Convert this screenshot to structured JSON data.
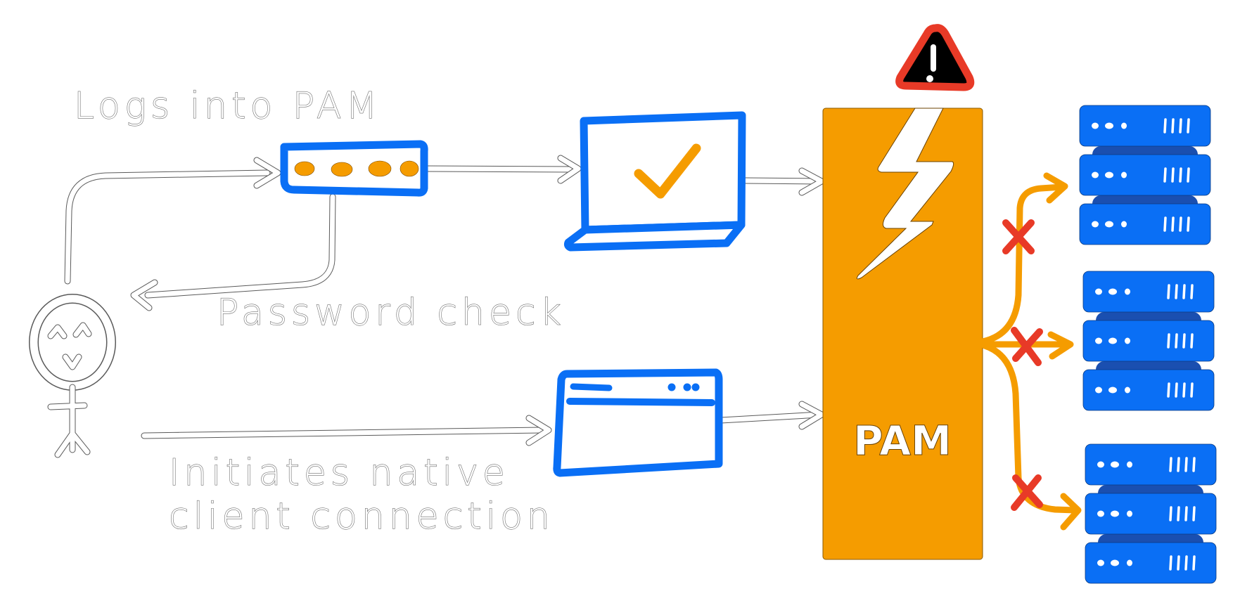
{
  "labels": {
    "logs_into_pam": "Logs into PAM",
    "password_check": "Password check",
    "initiates_line1": "Initiates native",
    "initiates_line2": "client connection",
    "pam": "PAM"
  },
  "nodes": {
    "user": "stick-figure-user",
    "password_field": "masked-password-input",
    "laptop": "laptop-with-checkmark",
    "browser": "browser-window",
    "pam": "PAM gateway",
    "warning": "warning-triangle",
    "server_stacks": [
      "server-stack-1",
      "server-stack-2",
      "server-stack-3"
    ]
  },
  "edges": [
    {
      "from": "user",
      "to": "password_field",
      "label": "Logs into PAM"
    },
    {
      "from": "password_field",
      "to": "user",
      "label": "Password check"
    },
    {
      "from": "password_field",
      "to": "laptop",
      "label": ""
    },
    {
      "from": "laptop",
      "to": "pam",
      "label": ""
    },
    {
      "from": "user",
      "to": "browser",
      "label": "Initiates native client connection"
    },
    {
      "from": "browser",
      "to": "pam",
      "label": ""
    },
    {
      "from": "pam",
      "to": "server_stacks.0",
      "label": "",
      "blocked": true
    },
    {
      "from": "pam",
      "to": "server_stacks.1",
      "label": "",
      "blocked": true
    },
    {
      "from": "pam",
      "to": "server_stacks.2",
      "label": "",
      "blocked": true
    }
  ],
  "colors": {
    "accent_blue": "#0a6ff5",
    "server_dark_blue": "#1a4fb0",
    "pam_orange": "#f59c00",
    "blocked_red": "#e83a27",
    "warning_black": "#000000"
  }
}
